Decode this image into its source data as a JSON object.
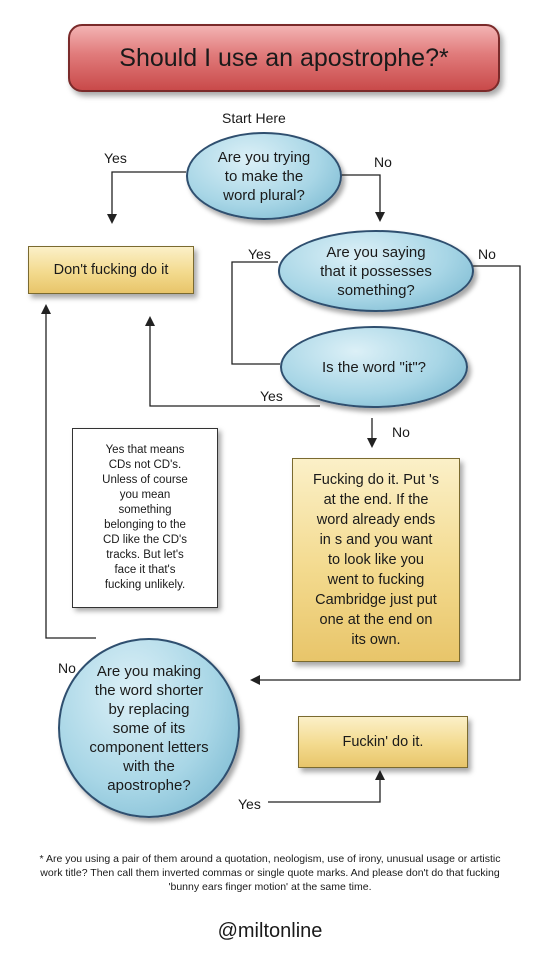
{
  "title": "Should I use an apostrophe?*",
  "start_label": "Start Here",
  "questions": {
    "plural": "Are you trying\nto make the\nword plural?",
    "possess": "Are you saying\nthat it possesses\nsomething?",
    "is_it": "Is the word \"it\"?",
    "shorter": "Are you making\nthe word shorter\nby replacing\nsome of its\ncomponent letters\nwith the\napostrophe?"
  },
  "answers": {
    "dont": "Don't fucking do it",
    "possessive": "Fucking do it. Put 's\nat the end. If the\nword already ends\nin s and you want\nto look like you\nwent to fucking\nCambridge just put\none at the end on\nits own.",
    "contraction": "Fuckin' do it."
  },
  "note": "Yes that means\nCDs not CD's.\nUnless of course\nyou mean\nsomething\nbelonging to the\nCD like the CD's\ntracks. But let's\nface it that's\nfucking unlikely.",
  "labels": {
    "plural_yes": "Yes",
    "plural_no": "No",
    "possess_yes": "Yes",
    "possess_no": "No",
    "it_yes": "Yes",
    "it_no": "No",
    "shorter_no": "No",
    "shorter_yes": "Yes"
  },
  "footnote": "* Are you using a pair of them around a quotation, neologism, use of irony, unusual usage or artistic work title? Then call them inverted commas or single quote marks. And please don't do that fucking 'bunny ears finger motion' at the same time.",
  "credit": "@miltonline",
  "colors": {
    "title_fill": "#e07a7a",
    "question_fill": "#a8d6e6",
    "answer_fill": "#f3da8e",
    "line": "#222222"
  }
}
